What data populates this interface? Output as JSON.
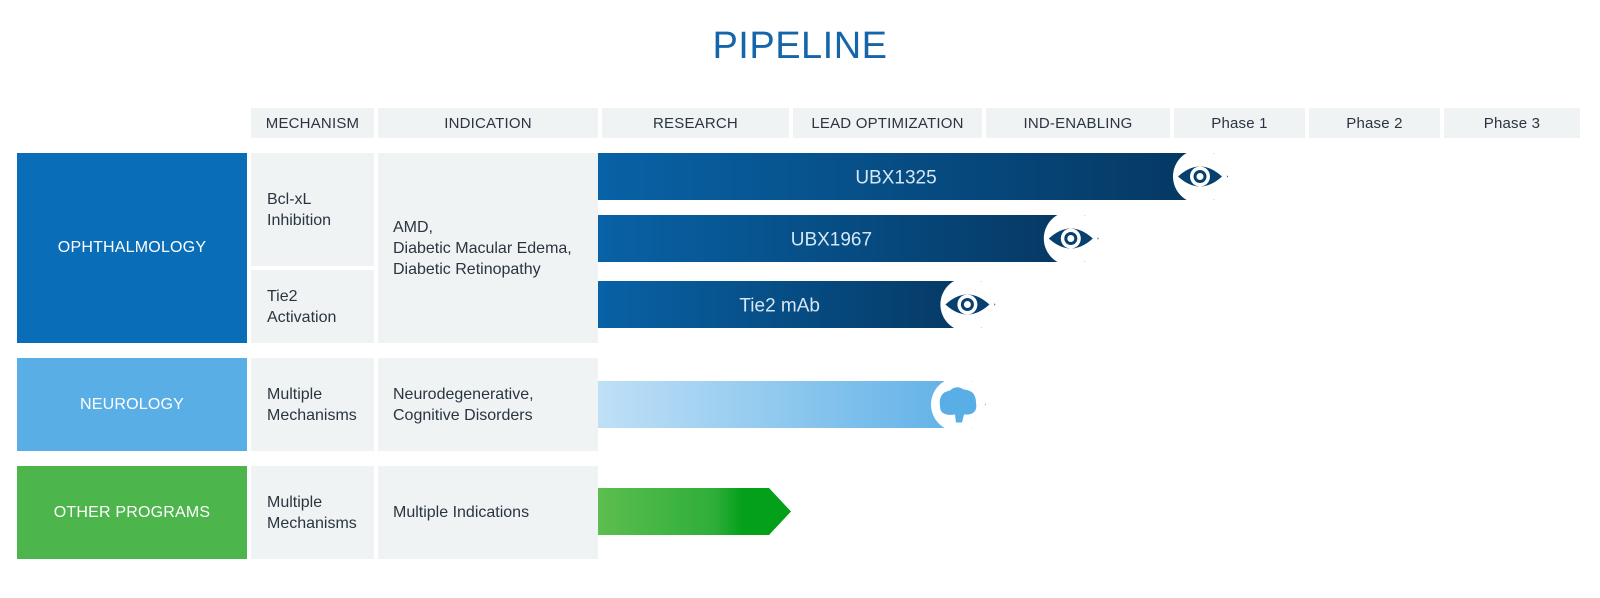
{
  "title": "PIPELINE",
  "columns": {
    "mechanism": "MECHANISM",
    "indication": "INDICATION",
    "stages": [
      "RESEARCH",
      "LEAD OPTIMIZATION",
      "IND-ENABLING",
      "Phase 1",
      "Phase 2",
      "Phase 3"
    ]
  },
  "areas": {
    "ophthalmology": {
      "label": "OPHTHALMOLOGY",
      "color": "#0a6db8",
      "mechanisms": [
        "Bcl-xL\nInhibition",
        "Tie2\nActivation"
      ],
      "indication": "AMD,\nDiabetic Macular Edema,\nDiabetic Retinopathy"
    },
    "neurology": {
      "label": "NEUROLOGY",
      "color": "#5aaee6",
      "mechanism": "Multiple\nMechanisms",
      "indication": "Neurodegenerative,\nCognitive Disorders"
    },
    "other": {
      "label": "OTHER PROGRAMS",
      "color": "#4cb54c",
      "mechanism": "Multiple\nMechanisms",
      "indication": "Multiple Indications"
    }
  },
  "programs": [
    {
      "name": "UBX1325",
      "area": "ophthalmology",
      "icon": "eye-icon",
      "stage_progress": 3.4
    },
    {
      "name": "UBX1967",
      "area": "ophthalmology",
      "icon": "eye-icon",
      "stage_progress": 2.6
    },
    {
      "name": "Tie2 mAb",
      "area": "ophthalmology",
      "icon": "eye-icon",
      "stage_progress": 2.05
    },
    {
      "name": "",
      "area": "neurology",
      "icon": "brain-icon",
      "stage_progress": 2.0
    },
    {
      "name": "",
      "area": "other",
      "icon": "",
      "stage_progress": 1.0
    }
  ]
}
